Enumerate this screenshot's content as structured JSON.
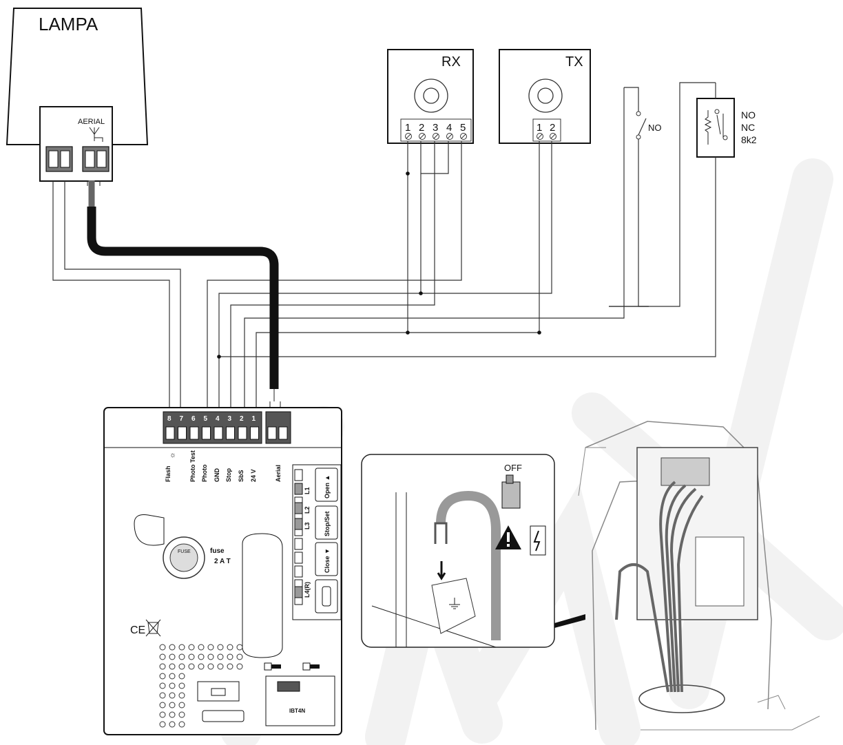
{
  "lamp": {
    "title": "LAMPA",
    "aerial_label": "AERIAL"
  },
  "rx": {
    "title": "RX",
    "terminals": [
      "1",
      "2",
      "3",
      "4",
      "5"
    ]
  },
  "tx": {
    "title": "TX",
    "terminals": [
      "1",
      "2"
    ]
  },
  "no_switch_label": "NO",
  "safety_edge": {
    "lines": [
      "NO",
      "NC",
      "8k2"
    ]
  },
  "board": {
    "terminals": [
      "8",
      "7",
      "6",
      "5",
      "4",
      "3",
      "2",
      "1"
    ],
    "terminal_labels": [
      "Flash",
      "Photo Test",
      "Photo",
      "GND",
      "Stop",
      "SbS",
      "24 V",
      "Aerial"
    ],
    "buttons": [
      "Open ▲",
      "Stop/Set",
      "Close ▼"
    ],
    "leds": [
      "L1",
      "L2",
      "L3",
      "L4(R)"
    ],
    "fuse_label": "fuse",
    "fuse_value": "2 A T",
    "fuse_cap_text": "FUSE",
    "module_label": "IBT4N",
    "ce_mark": "CE"
  },
  "inset": {
    "breaker_label": "OFF"
  }
}
